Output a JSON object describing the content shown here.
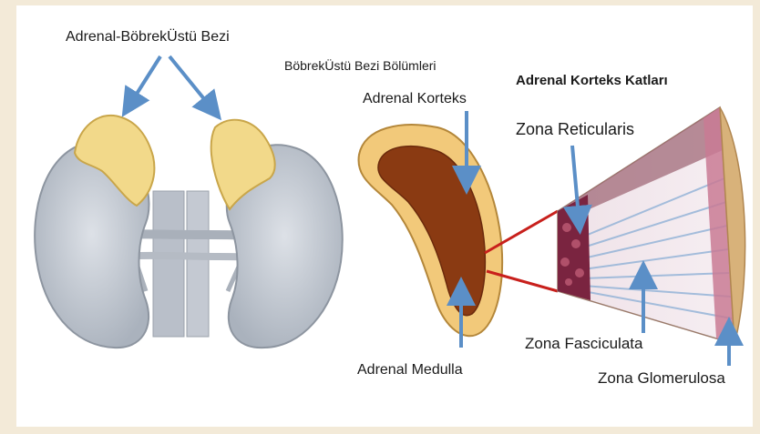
{
  "labels": {
    "adrenal_gland": "Adrenal-BöbrekÜstü Bezi",
    "gland_sections": "BöbrekÜstü Bezi Bölümleri",
    "adrenal_cortex": "Adrenal Korteks",
    "cortex_layers": "Adrenal Korteks Katları",
    "zona_reticularis": "Zona Reticularis",
    "adrenal_medulla": "Adrenal Medulla",
    "zona_fasciculata": "Zona Fasciculata",
    "zona_glomerulosa": "Zona Glomerulosa"
  },
  "colors": {
    "kidney": "#c9ced6",
    "adrenal_yellow": "#f2d98a",
    "medulla": "#8a3a12",
    "arrow": "#5b8fc7",
    "pointer_line": "#c8201c",
    "reticularis": "#7a2440",
    "fasciculata": "#f1e4ea",
    "glomerulosa": "#d8b27a"
  }
}
